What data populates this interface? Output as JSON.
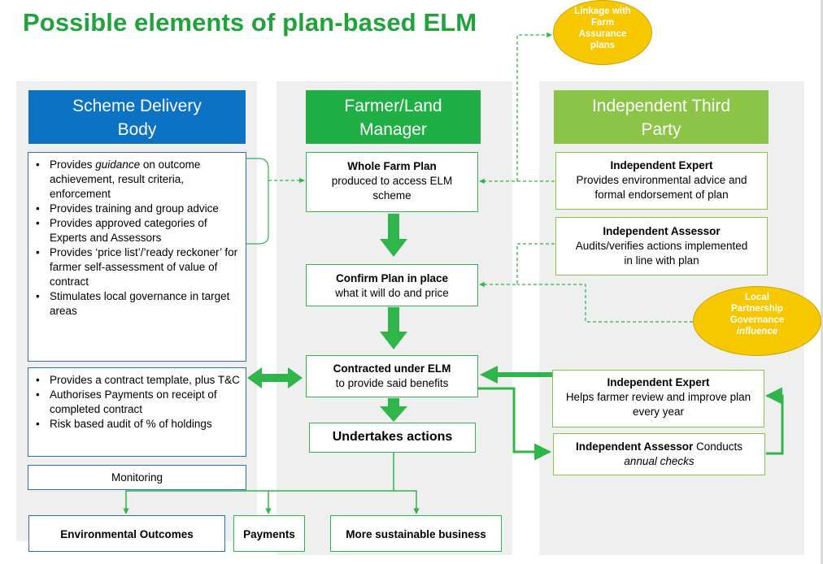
{
  "title": "Possible elements of plan-based ELM",
  "columns": {
    "left_header": "Scheme Delivery Body",
    "middle_header": "Farmer/Land Manager",
    "right_header": "Independent Third Party"
  },
  "colors": {
    "title_green": "#21a33b",
    "blue_header": "#0b72c4",
    "green_header": "#1faf44",
    "lightgreen_header": "#8cc447",
    "yellow": "#f7c800",
    "arrow_green": "#2fb54a"
  },
  "left": {
    "box1": {
      "i1_a": "Provides ",
      "i1_em": "guidance",
      "i1_b": " on outcome achievement, result criteria, enforcement",
      "i2": "Provides training and group advice",
      "i3": "Provides approved categories of Experts and Assessors",
      "i4": "Provides ‘price list’/’ready reckoner’ for farmer self-assessment of value of contract",
      "i5": "Stimulates local governance in target areas"
    },
    "box2": {
      "i1": "Provides a contract template, plus T&C",
      "i2": "Authorises Payments on receipt of completed  contract",
      "i3": "Risk based audit of % of holdings"
    },
    "monitoring": "Monitoring"
  },
  "middle": {
    "wfp_title": "Whole Farm Plan",
    "wfp_body": "produced to access ELM scheme",
    "confirm_title": "Confirm Plan in place",
    "confirm_body": "what it will do and price",
    "contract_title": "Contracted under ELM",
    "contract_body": "to provide said benefits",
    "undertakes": "Undertakes actions"
  },
  "right": {
    "expert1_title": "Independent Expert",
    "expert1_body": "Provides environmental advice and formal endorsement of plan",
    "assessor1_title": "Independent Assessor",
    "assessor1_body": "Audits/verifies actions implemented in line with plan",
    "expert2_title": "Independent Expert",
    "expert2_body": "Helps farmer review and improve plan every year",
    "assessor2_title": "Independent Assessor",
    "assessor2_body": " Conducts ",
    "assessor2_em": "annual checks"
  },
  "ellipses": {
    "linkage": "Linkage with Farm Assurance plans",
    "local_main": "Local Partnership Governance",
    "local_em": "influence"
  },
  "outcomes": {
    "env": "Environmental Outcomes",
    "payments": "Payments",
    "business": "More sustainable business"
  }
}
